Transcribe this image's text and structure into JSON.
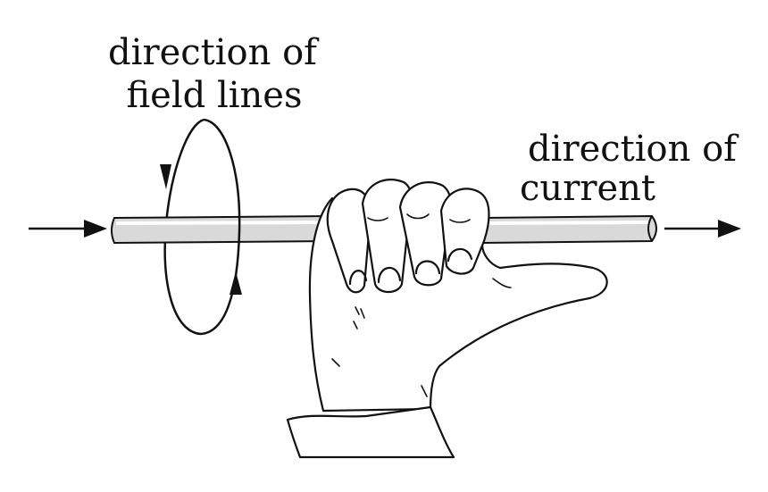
{
  "labels": {
    "field_line1": "direction of",
    "field_line2": "field lines",
    "current_line1": "direction of",
    "current_line2": "current"
  },
  "colors": {
    "ink": "#111111",
    "wire_fill": "#d9d9d9",
    "background": "#ffffff"
  }
}
